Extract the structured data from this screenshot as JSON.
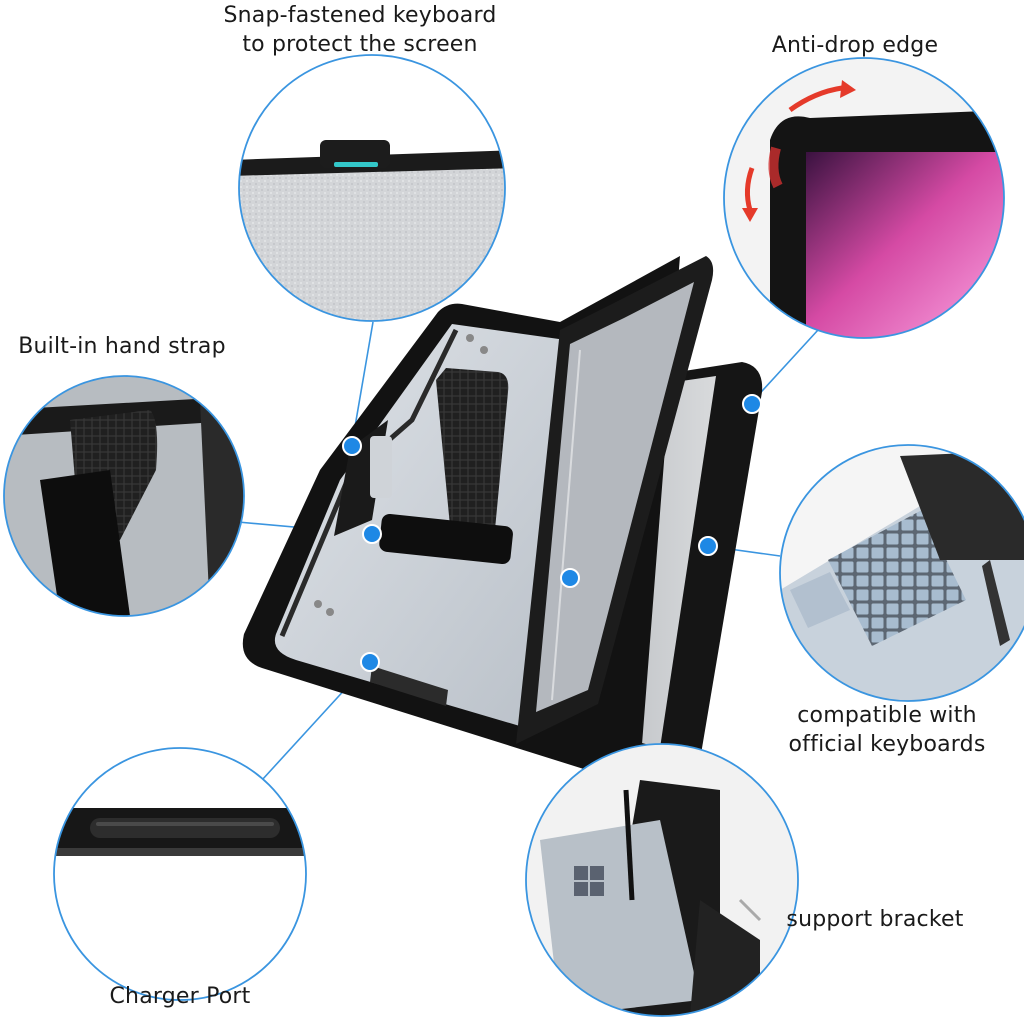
{
  "callouts": {
    "keyboard": {
      "line1": "Snap-fastened keyboard",
      "line2": "to protect the screen"
    },
    "anti_drop": "Anti-drop edge",
    "hand_strap": "Built-in hand strap",
    "compatible": {
      "line1": "compatible with",
      "line2": "official keyboards"
    },
    "charger": "Charger Port",
    "bracket": "support bracket"
  },
  "colors": {
    "accent": "#1e88e5",
    "leader": "#3a95e0",
    "case": "#151515",
    "clear_panel": "#c9ced4",
    "felt": "#d7d9dc",
    "screen_pink": "#e04aa8",
    "keyboard_blue": "#9fb4c9",
    "arrow_red": "#e53a2a"
  }
}
